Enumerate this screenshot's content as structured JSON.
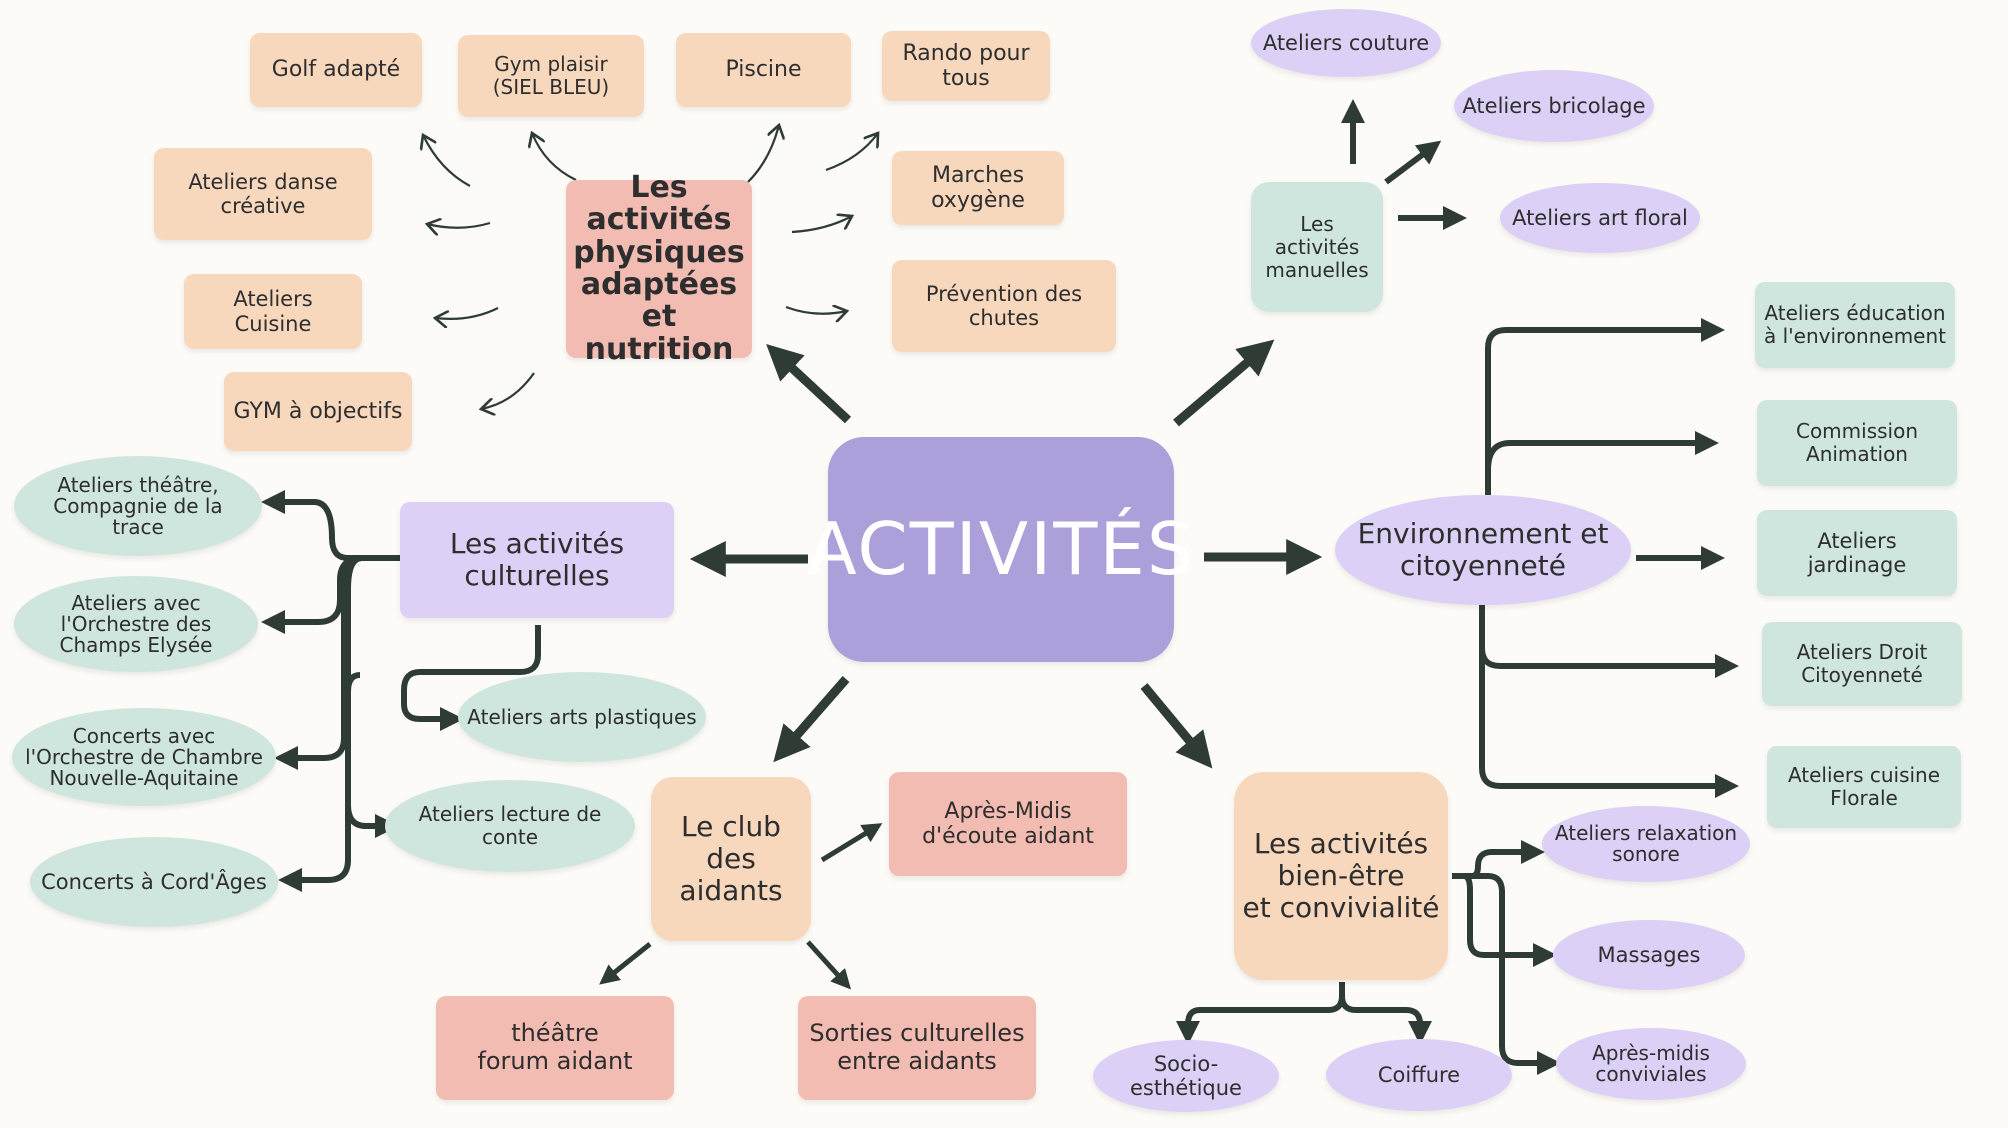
{
  "center": {
    "label": "ACTIVITÉS"
  },
  "physical": {
    "label": "Les activités\nphysiques\nadaptées\net nutrition",
    "items": [
      "Golf adapté",
      "Gym plaisir\n(SIEL BLEU)",
      "Piscine",
      "Rando pour tous",
      "Ateliers danse créative",
      "Marches oxygène",
      "Ateliers Cuisine",
      "Prévention des chutes",
      "GYM à objectifs"
    ]
  },
  "manual": {
    "label": "Les activités\nmanuelles",
    "items": [
      "Ateliers couture",
      "Ateliers bricolage",
      "Ateliers art floral"
    ]
  },
  "environment": {
    "label": "Environnement et\ncitoyenneté",
    "items": [
      "Ateliers éducation\nà l'environnement",
      "Commission\nAnimation",
      "Ateliers jardinage",
      "Ateliers Droit\nCitoyenneté",
      "Ateliers cuisine\nFlorale"
    ]
  },
  "cultural": {
    "label": "Les activités\nculturelles",
    "items": [
      "Ateliers théâtre,\nCompagnie de la\ntrace",
      "Ateliers avec\nl'Orchestre des\nChamps Elysée",
      "Concerts avec\nl'Orchestre de Chambre\nNouvelle-Aquitaine",
      "Concerts à Cord'Âges",
      "Ateliers arts plastiques",
      "Ateliers lecture de conte"
    ]
  },
  "caregivers": {
    "label": "Le club des\naidants",
    "items": [
      "Après-Midis\nd'écoute aidant",
      "théâtre\nforum aidant",
      "Sorties culturelles\nentre aidants"
    ]
  },
  "wellbeing": {
    "label": "Les activités\nbien-être\net convivialité",
    "items": [
      "Ateliers relaxation\nsonore",
      "Massages",
      "Après-midis\nconviviales",
      "Socio-esthétique",
      "Coiffure"
    ]
  },
  "colors": {
    "center": "#ad9fda",
    "peach": "#f7d8bd",
    "pink": "#f2bcb3",
    "mint": "#cfe6df",
    "lavender": "#dcd0f6",
    "connector": "#2f3b35"
  }
}
